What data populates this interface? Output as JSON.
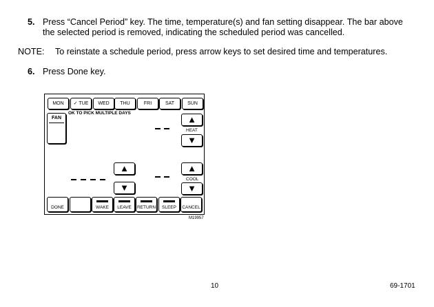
{
  "steps": [
    {
      "number": "5.",
      "line1": "Press “Cancel Period” key. The time, temperature(s) and fan setting disappear. The bar above",
      "line2": "the selected period is removed, indicating the scheduled period was cancelled."
    },
    {
      "number": "6.",
      "line1": "Press Done key."
    }
  ],
  "note": {
    "label": "NOTE:",
    "text": "To reinstate a schedule period, press arrow keys to set desired time and temperatures."
  },
  "device": {
    "days": [
      "MON",
      "✓ TUE",
      "WED",
      "THU",
      "FRI",
      "SAT",
      "SUN"
    ],
    "fan_label": "FAN",
    "ok_label": "OK TO PICK MULTIPLE DAYS",
    "heat_label": "HEAT",
    "cool_label": "COOL",
    "up_glyph": "▲",
    "down_glyph": "▼",
    "done_label": "DONE",
    "periods": [
      "WAKE",
      "LEAVE",
      "RETURN",
      "SLEEP"
    ],
    "cancel_label": "CANCEL"
  },
  "figure_id": "M19957",
  "footer": {
    "page_number": "10",
    "doc_number": "69-1701"
  }
}
